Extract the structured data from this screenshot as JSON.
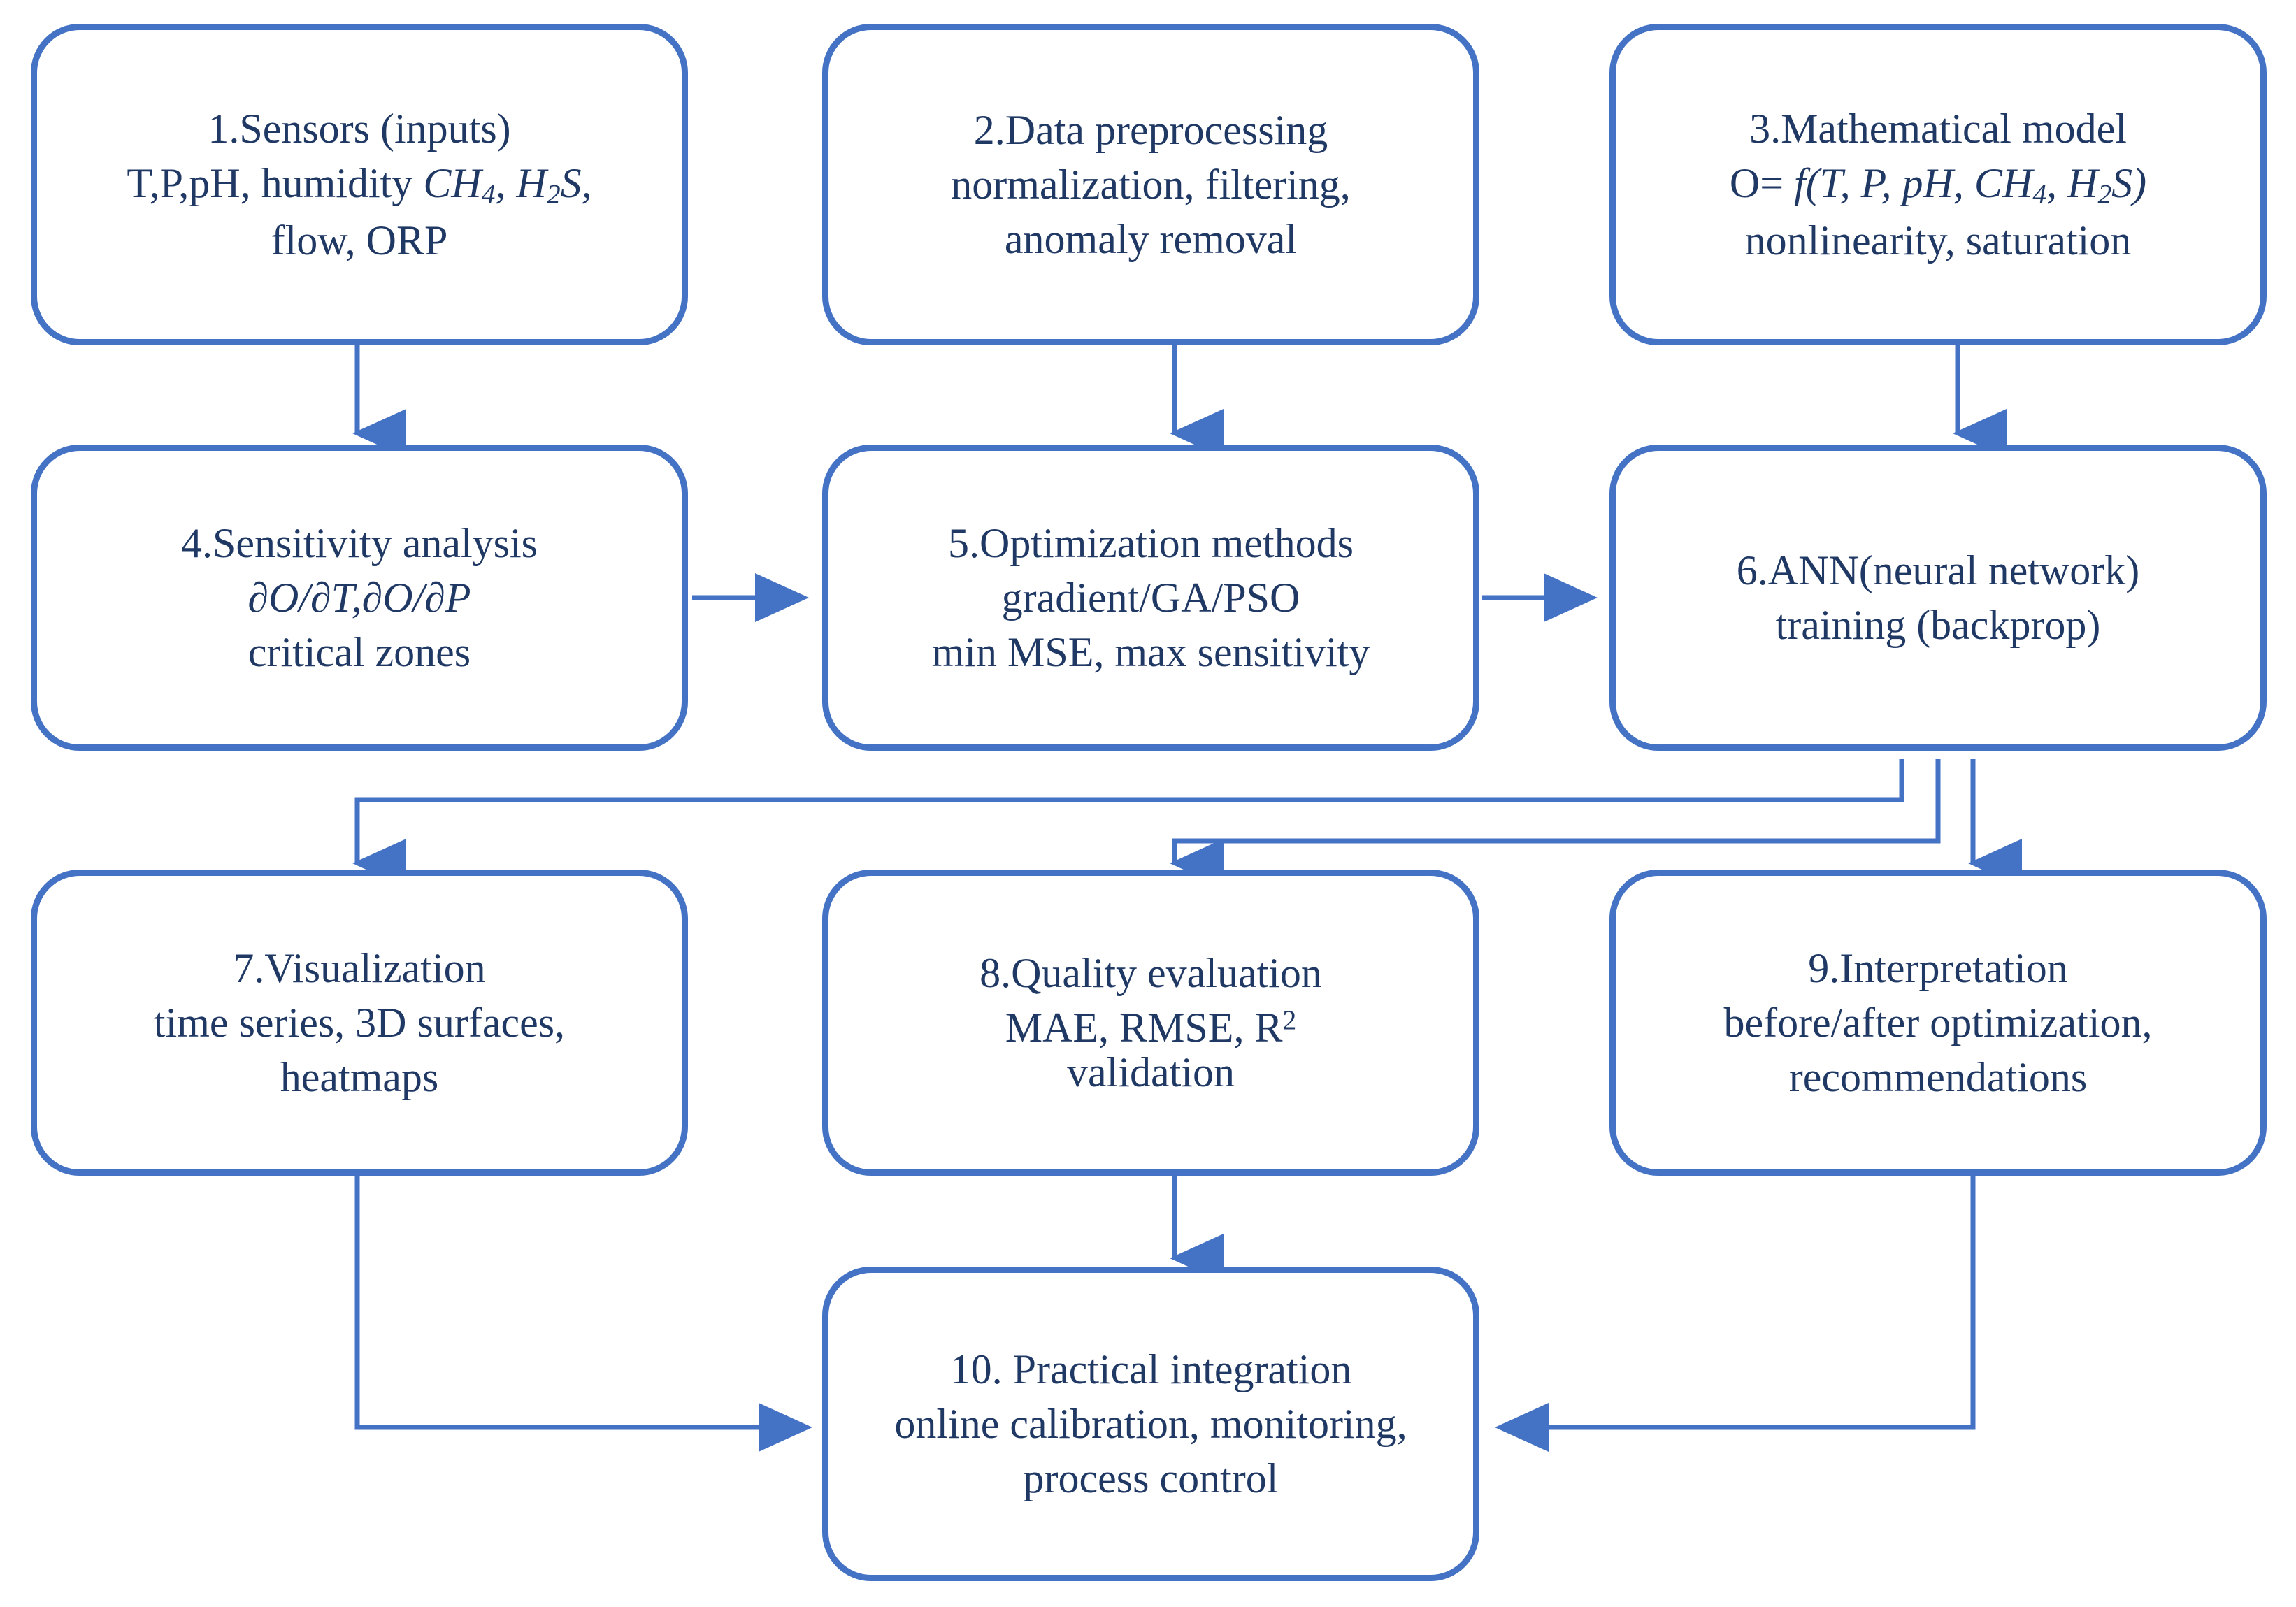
{
  "diagram": {
    "title": "Sensor data processing, modeling and optimization workflow",
    "accent_color": "#4472C4",
    "text_color": "#1F3864",
    "background": "#ffffff",
    "nodes": [
      {
        "id": "n1",
        "label": "1.Sensors (inputs)",
        "lines": [
          "1.Sensors (inputs)",
          "T,P,pH, humidity CH4, H2S,",
          "flow, ORP"
        ],
        "line1": "1.Sensors (inputs)",
        "line2_pre": "T,P,pH, humidity ",
        "line2_math": "CH4, H2S,",
        "line3": "flow, ORP"
      },
      {
        "id": "n2",
        "label": "2.Data preprocessing",
        "line1": "2.Data preprocessing",
        "line2": "normalization, filtering,",
        "line3": "anomaly removal"
      },
      {
        "id": "n3",
        "label": "3.Mathematical model",
        "line1": "3.Mathematical model",
        "line2_pre": "O= ",
        "line2_math": "f(T, P, pH, CH4, H2S)",
        "line3": "nonlinearity, saturation"
      },
      {
        "id": "n4",
        "label": "4.Sensitivity analysis",
        "line1": "4.Sensitivity analysis",
        "line2": "∂O/∂T,∂O/∂P",
        "line3": "critical zones"
      },
      {
        "id": "n5",
        "label": "5.Optimization methods",
        "line1": "5.Optimization methods",
        "line2": "gradient/GA/PSO",
        "line3": "min MSE, max sensitivity"
      },
      {
        "id": "n6",
        "label": "6.ANN(neural network)",
        "line1": "6.ANN(neural network)",
        "line2": "training (backprop)"
      },
      {
        "id": "n7",
        "label": "7.Visualization",
        "line1": "7.Visualization",
        "line2": "time series, 3D surfaces,",
        "line3": "heatmaps"
      },
      {
        "id": "n8",
        "label": "8.Quality evaluation",
        "line1": "8.Quality evaluation",
        "line2": "MAE, RMSE, R2",
        "line3": "validation"
      },
      {
        "id": "n9",
        "label": "9.Interpretation",
        "line1": "9.Interpretation",
        "line2": "before/after optimization,",
        "line3": "recommendations"
      },
      {
        "id": "n10",
        "label": "10. Practical integration",
        "line1": "10. Practical integration",
        "line2": "online calibration, monitoring,",
        "line3": "process control"
      }
    ],
    "edges": [
      {
        "from": "n1",
        "to": "n4",
        "style": "straight-down"
      },
      {
        "from": "n2",
        "to": "n5",
        "style": "straight-down"
      },
      {
        "from": "n3",
        "to": "n6",
        "style": "straight-down"
      },
      {
        "from": "n4",
        "to": "n5",
        "style": "straight-right"
      },
      {
        "from": "n5",
        "to": "n6",
        "style": "straight-right"
      },
      {
        "from": "n6",
        "to": "n7",
        "style": "elbow-left"
      },
      {
        "from": "n6",
        "to": "n8",
        "style": "elbow-left"
      },
      {
        "from": "n6",
        "to": "n9",
        "style": "straight-down"
      },
      {
        "from": "n7",
        "to": "n10",
        "style": "elbow-down-right"
      },
      {
        "from": "n8",
        "to": "n10",
        "style": "straight-down"
      },
      {
        "from": "n9",
        "to": "n10",
        "style": "elbow-down-left"
      }
    ]
  }
}
